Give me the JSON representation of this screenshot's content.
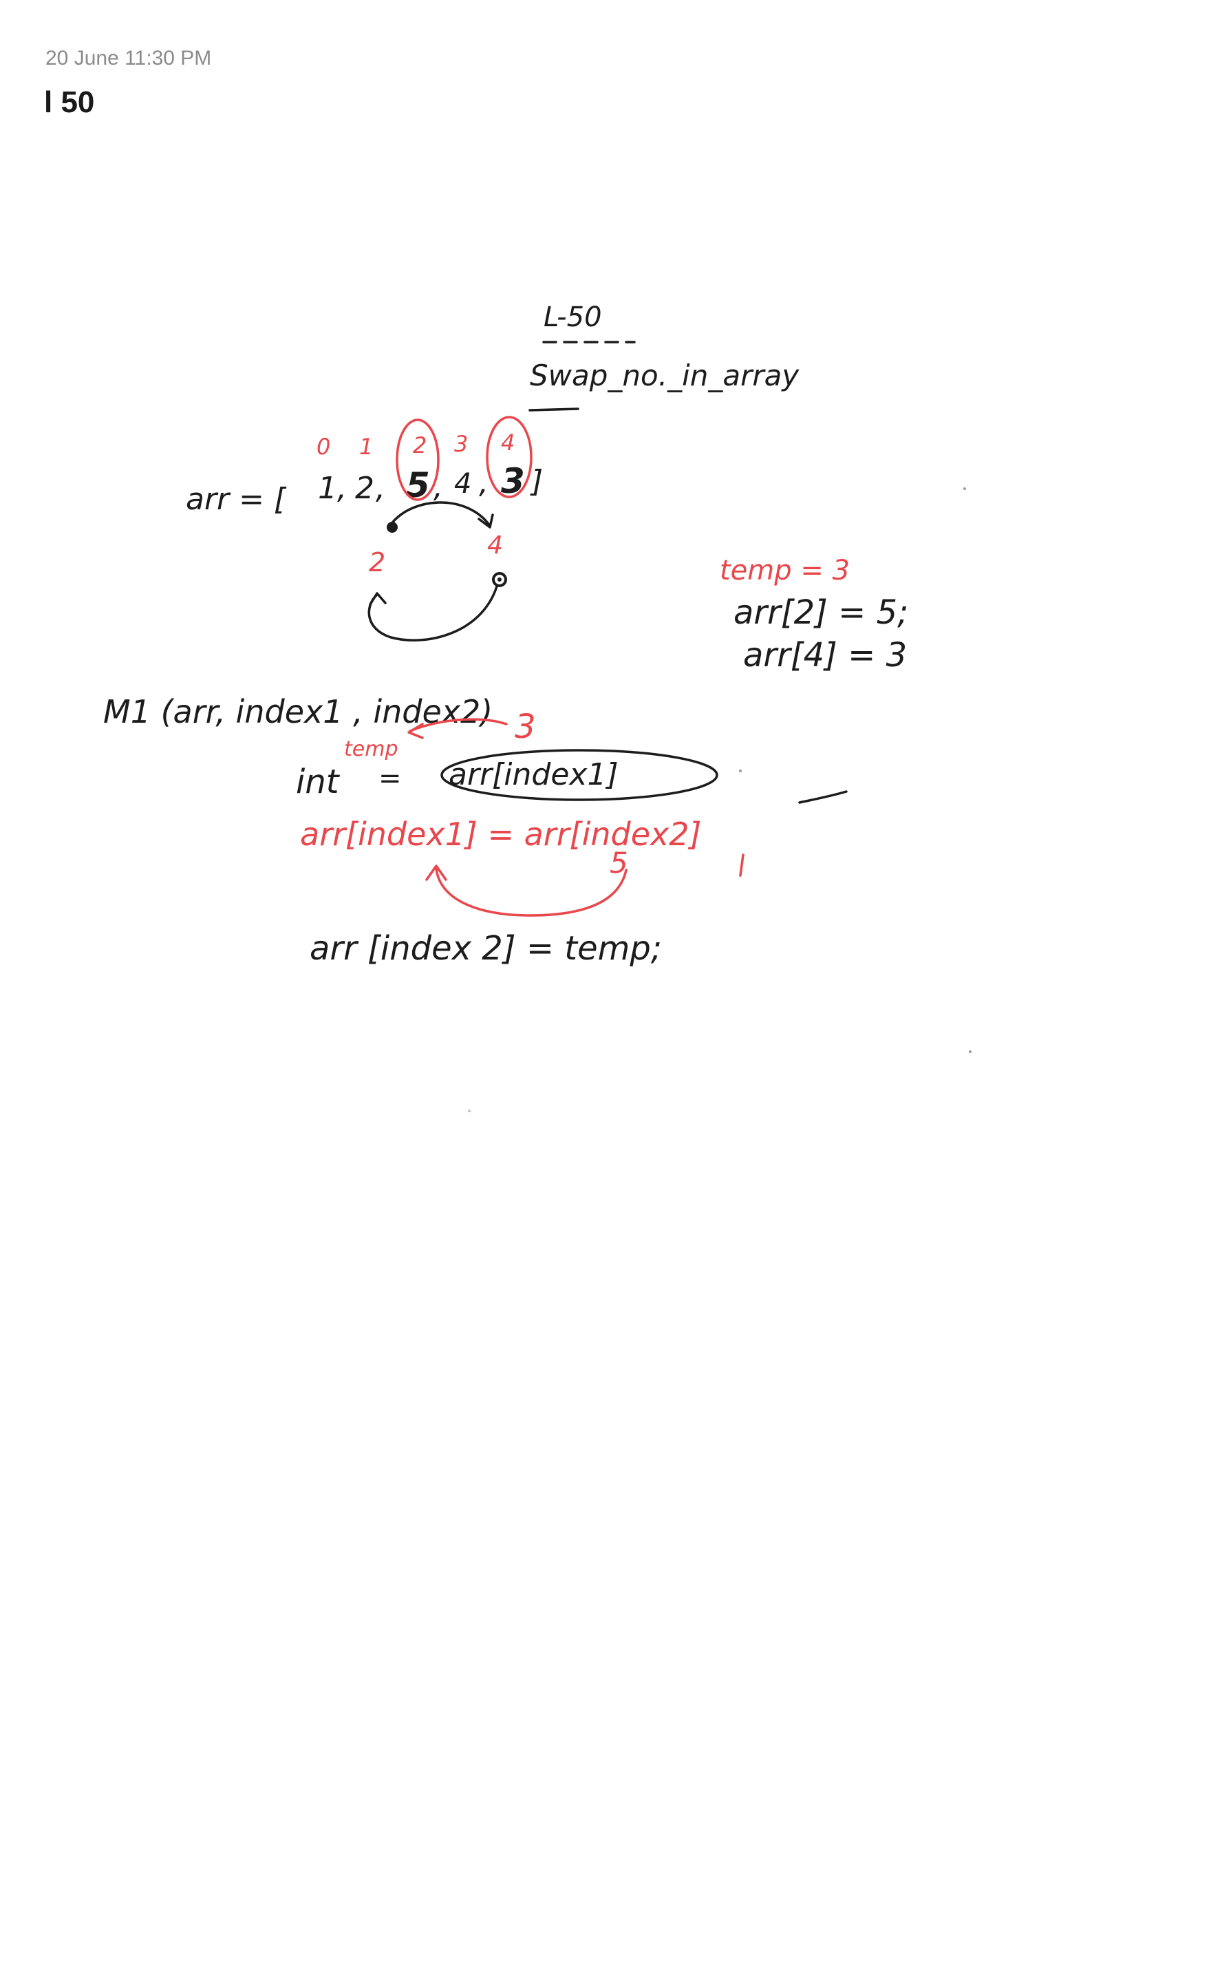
{
  "header": {
    "timestamp": "20 June 11:30 PM",
    "title": "l 50"
  },
  "notes": {
    "lecture": "L-50",
    "topic": "Swap_no._in_array",
    "array_line": {
      "prefix": "arr = [",
      "values": [
        "1",
        "2",
        "5",
        "4",
        "3"
      ],
      "suffix": "]",
      "indices": [
        "0",
        "1",
        "2",
        "3",
        "4"
      ]
    },
    "swap_diagram": {
      "left_index": "2",
      "right_index": "4"
    },
    "side_calc": {
      "temp_line": "temp = 3",
      "line1": "arr[2] = 5;",
      "line2": "arr[4] = 3"
    },
    "method_signature": "M1 (arr, index1 , index2)",
    "code_line1": {
      "type": "int",
      "var": "temp",
      "equals": "=",
      "rhs": "arr[index1]",
      "annotation": "3"
    },
    "code_line2": {
      "text": "arr[index1] = arr[index2]",
      "annotation": "5"
    },
    "code_line3": {
      "text": "arr [index 2] = temp;"
    }
  }
}
